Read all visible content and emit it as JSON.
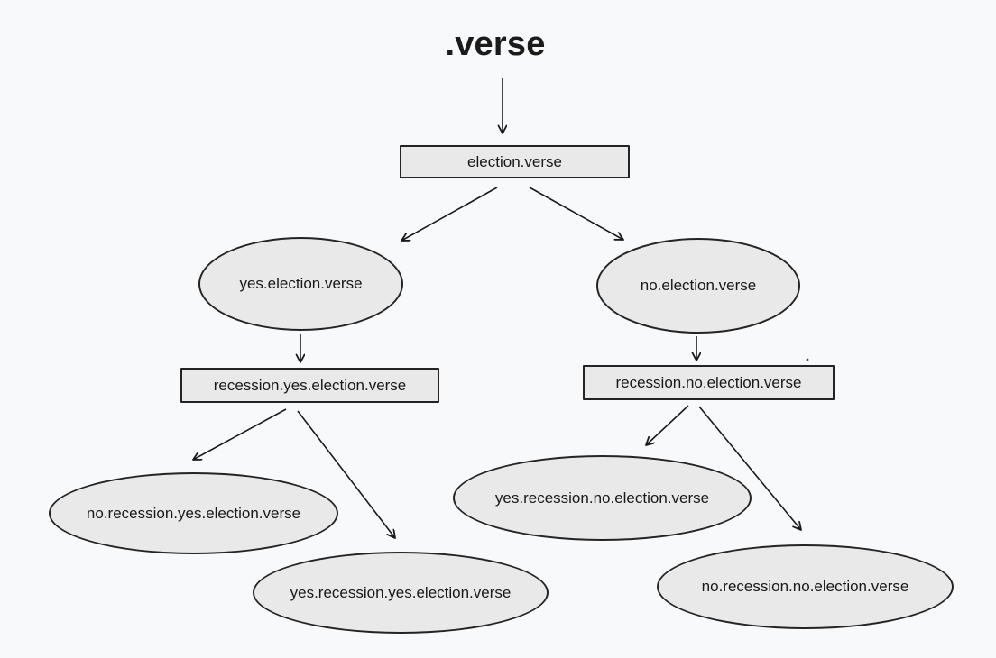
{
  "diagram": {
    "title": ".verse",
    "nodes": {
      "election": "election.verse",
      "yes_election": "yes.election.verse",
      "no_election": "no.election.verse",
      "recession_yes_election": "recession.yes.election.verse",
      "recession_no_election": "recession.no.election.verse",
      "no_recession_yes_election": "no.recession.yes.election.verse",
      "yes_recession_yes_election": "yes.recession.yes.election.verse",
      "yes_recession_no_election": "yes.recession.no.election.verse",
      "no_recession_no_election": "no.recession.no.election.verse"
    },
    "edges": [
      {
        "from": ".verse",
        "to": "election.verse"
      },
      {
        "from": "election.verse",
        "to": "yes.election.verse"
      },
      {
        "from": "election.verse",
        "to": "no.election.verse"
      },
      {
        "from": "yes.election.verse",
        "to": "recession.yes.election.verse"
      },
      {
        "from": "no.election.verse",
        "to": "recession.no.election.verse"
      },
      {
        "from": "recession.yes.election.verse",
        "to": "no.recession.yes.election.verse"
      },
      {
        "from": "recession.yes.election.verse",
        "to": "yes.recession.yes.election.verse"
      },
      {
        "from": "recession.no.election.verse",
        "to": "yes.recession.no.election.verse"
      },
      {
        "from": "recession.no.election.verse",
        "to": "no.recession.no.election.verse"
      }
    ],
    "colors": {
      "background": "#f8f9fb",
      "node_fill": "#e9e9e9",
      "node_border": "#242424",
      "arrow": "#1a1a1a",
      "text": "#191919"
    }
  }
}
